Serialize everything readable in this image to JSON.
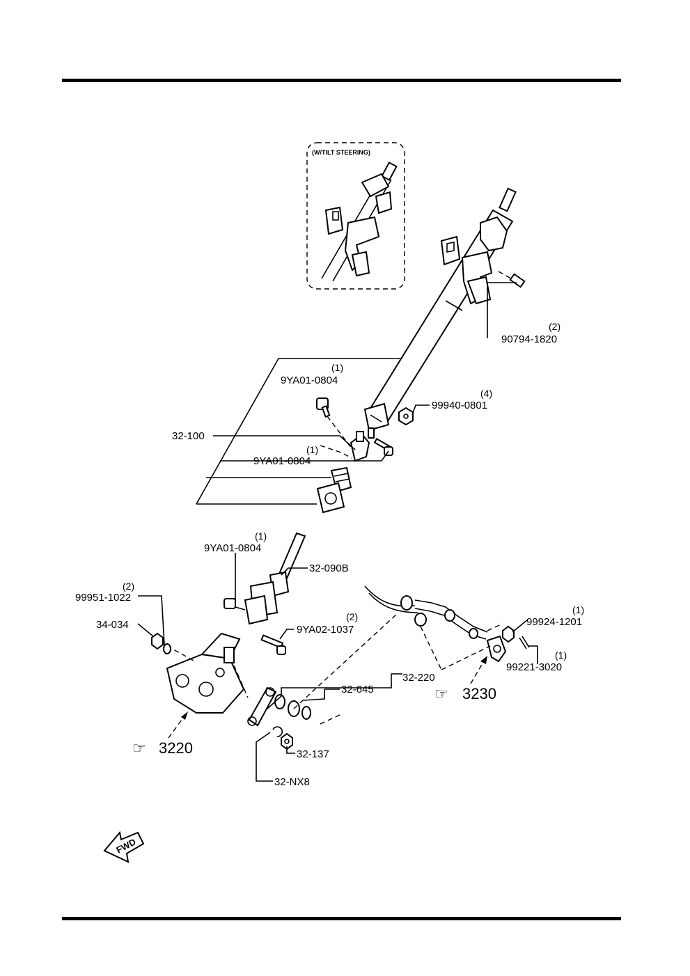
{
  "inset": {
    "label": "(W/TILT STEERING)"
  },
  "callouts": [
    {
      "part": "90794-1820",
      "qty": "(2)"
    },
    {
      "part": "9YA01-0804",
      "qty": "(1)"
    },
    {
      "part": "99940-0801",
      "qty": "(4)"
    },
    {
      "part": "32-100",
      "qty": ""
    },
    {
      "part": "9YA01-0804",
      "qty": "(1)"
    },
    {
      "part": "9YA01-0804",
      "qty": "(1)"
    },
    {
      "part": "32-090B",
      "qty": ""
    },
    {
      "part": "99951-1022",
      "qty": "(2)"
    },
    {
      "part": "34-034",
      "qty": ""
    },
    {
      "part": "9YA02-1037",
      "qty": "(2)"
    },
    {
      "part": "99924-1201",
      "qty": "(1)"
    },
    {
      "part": "99221-3020",
      "qty": "(1)"
    },
    {
      "part": "32-220",
      "qty": ""
    },
    {
      "part": "32-645",
      "qty": ""
    },
    {
      "part": "32-137",
      "qty": ""
    },
    {
      "part": "32-NX8",
      "qty": ""
    }
  ],
  "references": [
    {
      "symbol": "☞",
      "number": "3230"
    },
    {
      "symbol": "☞",
      "number": "3220"
    }
  ],
  "direction": {
    "label": "FWD"
  }
}
